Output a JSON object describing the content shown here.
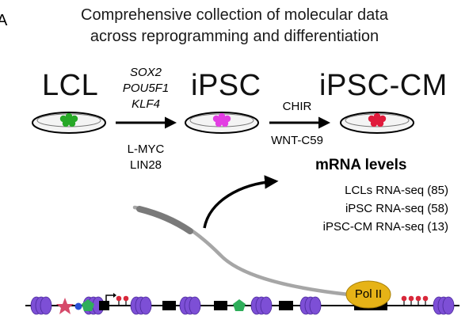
{
  "panel": {
    "letter": "A"
  },
  "title": {
    "line1": "Comprehensive collection of molecular data",
    "line2": "across reprogramming and differentiation"
  },
  "stages": [
    {
      "label": "LCL",
      "cell_color": "#27a827"
    },
    {
      "label": "iPSC",
      "cell_color": "#e33ee3"
    },
    {
      "label": "iPSC-CM",
      "cell_color": "#e01b3c"
    }
  ],
  "reprogramming": {
    "italic_factors": [
      "SOX2",
      "POU5F1",
      "KLF4"
    ],
    "plain_factors": [
      "L-MYC",
      "LIN28"
    ]
  },
  "differentiation": {
    "above": "CHIR",
    "below": "WNT-C59"
  },
  "mrna": {
    "heading": "mRNA levels",
    "datasets": [
      "LCLs RNA-seq (85)",
      "iPSC RNA-seq (58)",
      "iPSC-CM RNA-seq (13)"
    ]
  },
  "chromatin": {
    "polymerase_label": "Pol II",
    "colors": {
      "nucleosome": "#7d4fd6",
      "polymerase": "#e6b317",
      "methyl_mark": "#d8283a",
      "tf_star": "#d64a6a",
      "tf_pentagon": "#2fae5a",
      "tf_circle": "#2a50d6",
      "exon": "#000000",
      "mrna_strand": "#a9a9a9"
    }
  }
}
